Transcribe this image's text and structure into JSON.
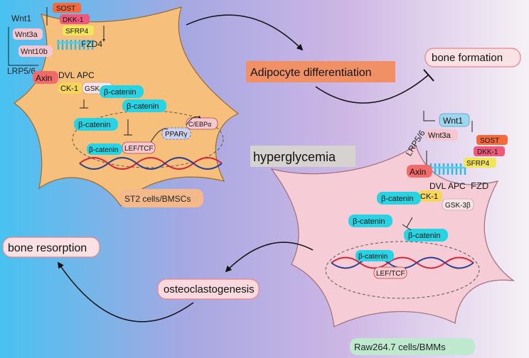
{
  "left_cell": {
    "caption": "ST2 cells/BMSCs",
    "ligands": [
      "Wnt1",
      "Wnt3a",
      "Wnt10b"
    ],
    "inhibitors": [
      "SOST",
      "DKK-1",
      "SFRP4"
    ],
    "receptor": "FZD4",
    "coreceptor": "LRP5/6",
    "axin": "Axin",
    "dvl": "DVL",
    "apc": "APC",
    "ck1": "CK-1",
    "gsk": "GSK-3β",
    "beta_catenin": "β-catenin",
    "lef": "LEF/TCF",
    "ppar": "PPARγ",
    "cebp": "C/EBPα"
  },
  "right_cell": {
    "caption": "Raw264.7 cells/BMMs",
    "ligands": [
      "Wnt1",
      "Wnt3a"
    ],
    "inhibitors": [
      "SOST",
      "DKK-1",
      "SFRP4"
    ],
    "receptor": "FZD",
    "coreceptor": "LRP5/6",
    "axin": "Axin",
    "dvl": "DVL",
    "apc": "APC",
    "ck1": "CK-1",
    "gsk": "GSK-3β",
    "beta_catenin": "β-catenin",
    "lef": "LEF/TCF"
  },
  "labels": {
    "adipocyte": "Adipocyte differentiation",
    "bone_formation": "bone formation",
    "hyperglycemia": "hyperglycemia",
    "bone_resorption": "bone resorption",
    "osteoclastogenesis": "osteoclastogenesis"
  },
  "colors": {
    "bg_left": "#4fc3f0",
    "bg_mid": "#b7a6dc",
    "bg_right": "#f3edf4",
    "left_cell": "#f6c27e",
    "right_cell": "#f6cfd8",
    "beta_catenin": "#28d3e3",
    "axin": "#f26b6b",
    "ck1": "#f6d65a",
    "sost": "#f36a3c",
    "dkk": "#ee5a7b",
    "sfrp": "#f2e55a",
    "adipocyte_box": "#f29065",
    "pink_box": "#f7c9cf"
  }
}
